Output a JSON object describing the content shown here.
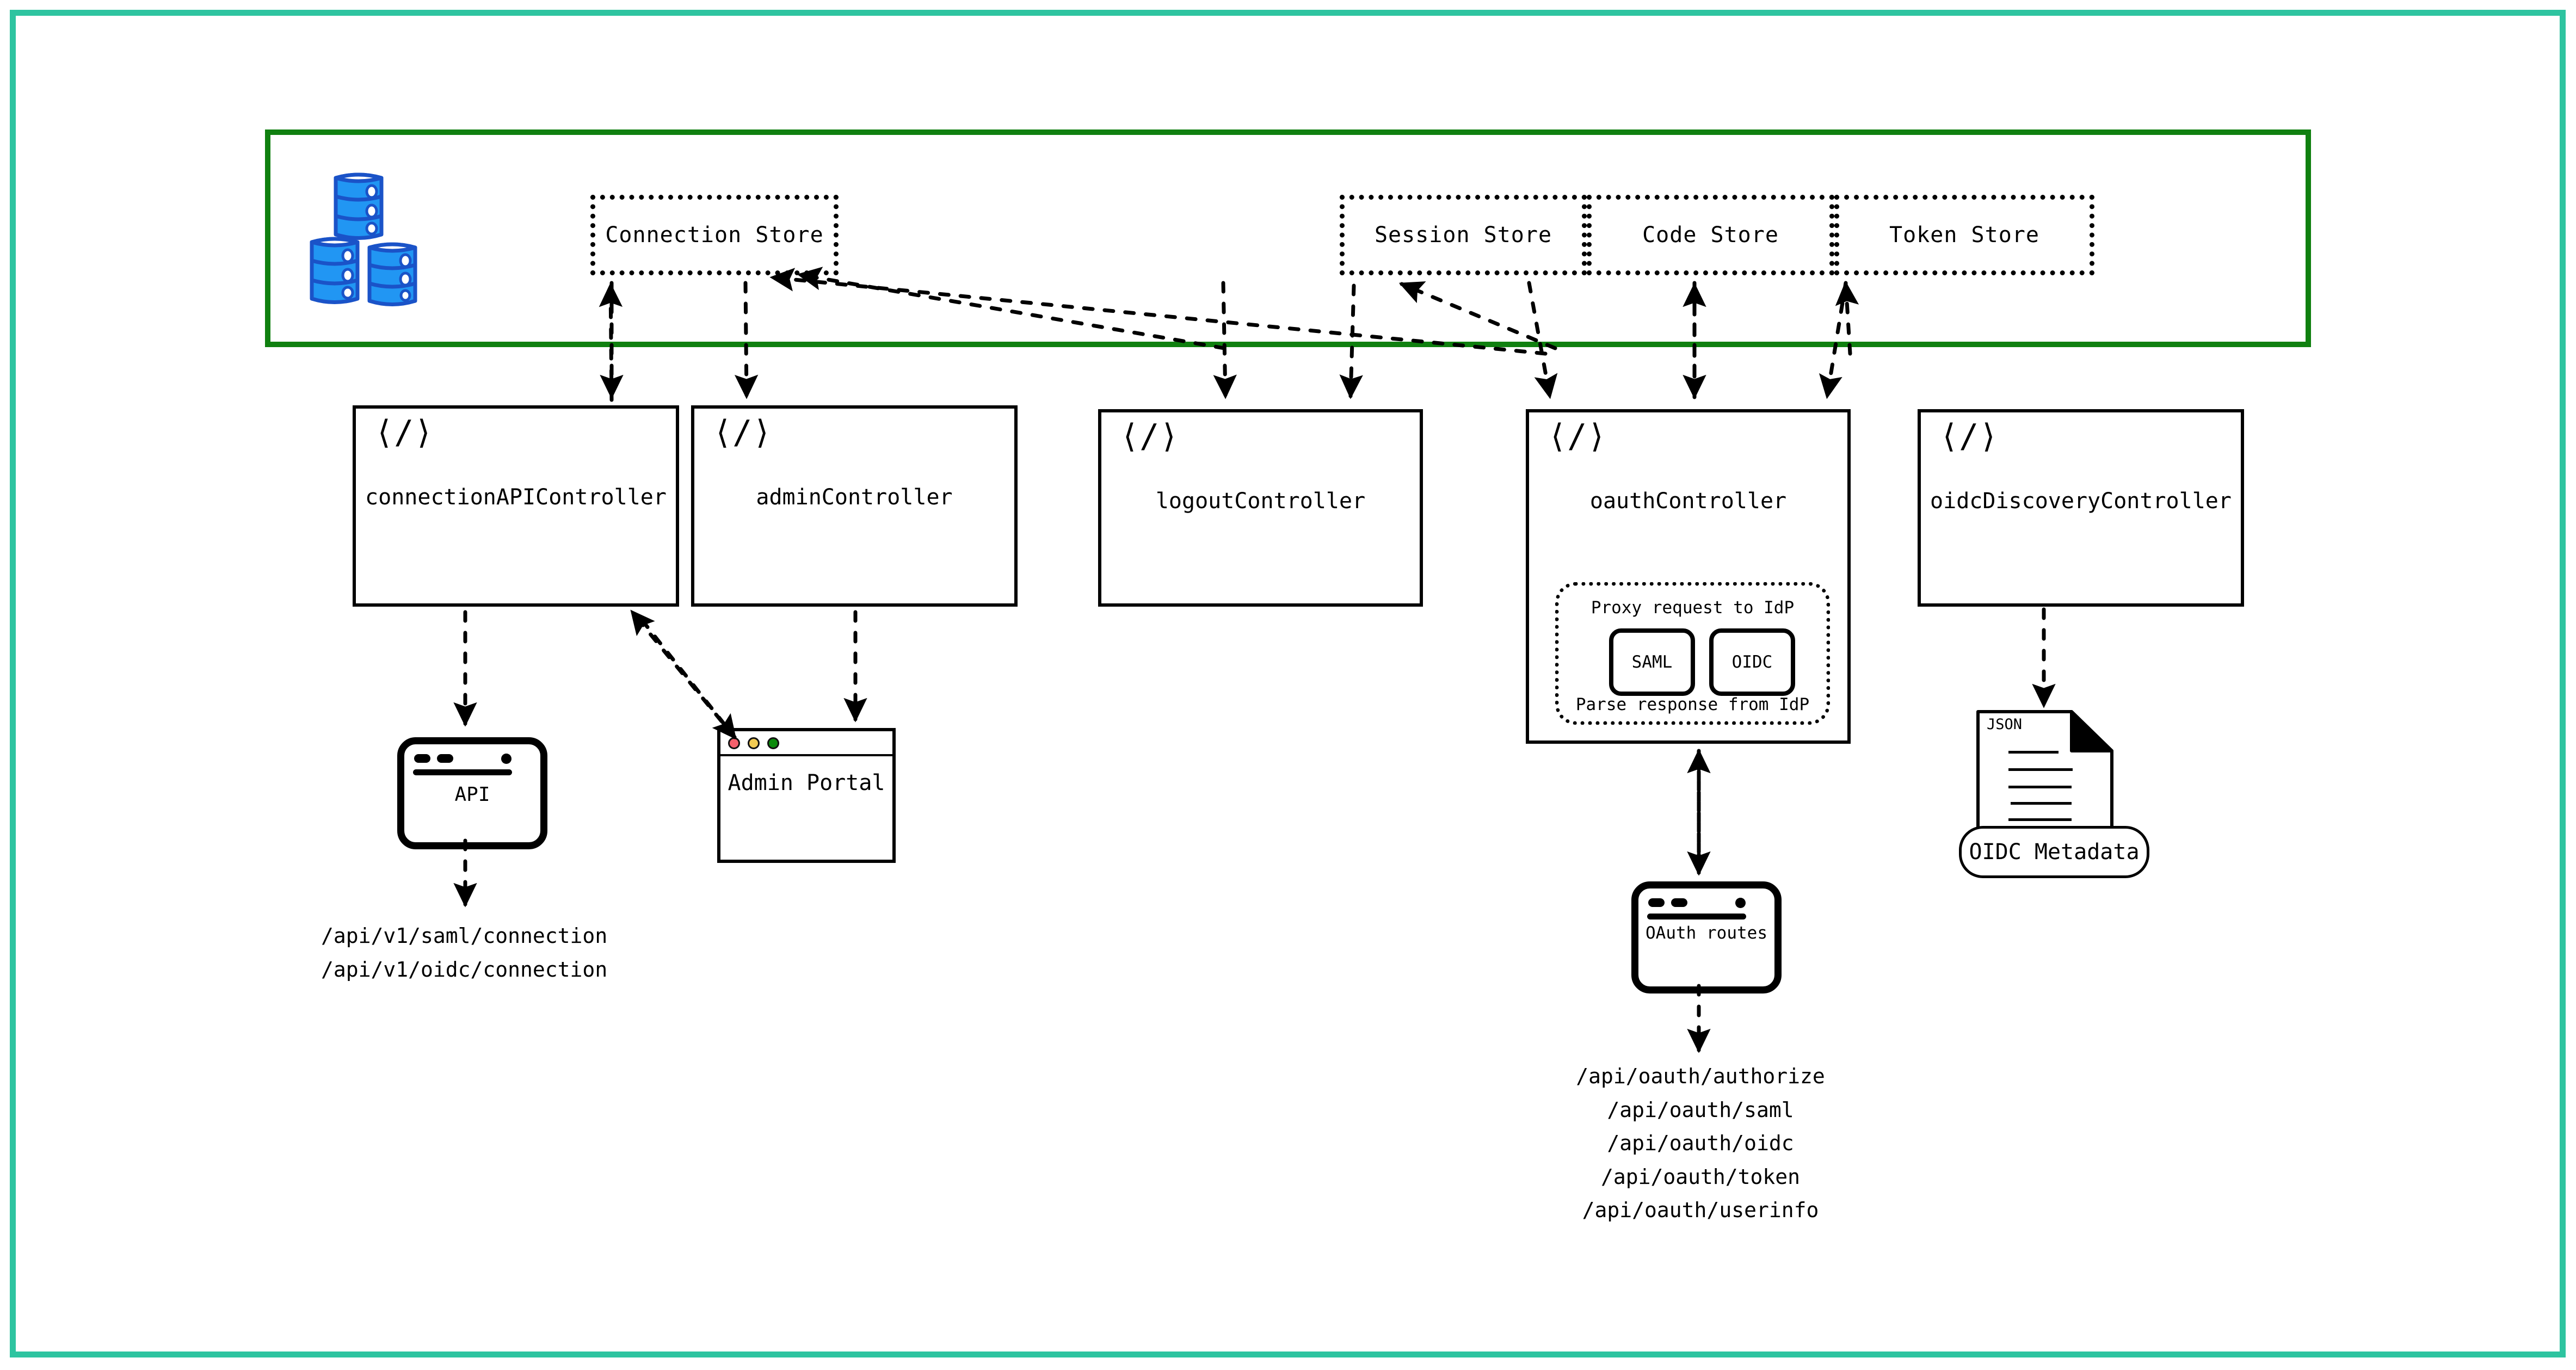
{
  "colors": {
    "outer_frame": "#2ec4a0",
    "store_layer_border": "#108010",
    "db_fill": "#2196f3",
    "db_stroke": "#1a53c8",
    "traffic_red": "#f4606c",
    "traffic_yellow": "#f2cb52",
    "traffic_green": "#0b8a0b",
    "line": "#000000"
  },
  "storage_layer": {
    "db_icon_name": "database-stack-icon",
    "stores": [
      {
        "label": "Connection Store"
      },
      {
        "label": "Session Store"
      },
      {
        "label": "Code Store"
      },
      {
        "label": "Token Store"
      }
    ]
  },
  "controllers": [
    {
      "icon": "code-brackets-icon",
      "name": "connectionAPIController"
    },
    {
      "icon": "code-brackets-icon",
      "name": "adminController"
    },
    {
      "icon": "code-brackets-icon",
      "name": "logoutController"
    },
    {
      "icon": "code-brackets-icon",
      "name": "oauthController"
    },
    {
      "icon": "code-brackets-icon",
      "name": "oidcDiscoveryController"
    }
  ],
  "proxy": {
    "top_label": "Proxy request to IdP",
    "bottom_label": "Parse response from IdP",
    "chips": [
      {
        "label": "SAML"
      },
      {
        "label": "OIDC"
      }
    ]
  },
  "api_app": {
    "label": "API",
    "icon": "browser-window-icon",
    "paths": [
      "/api/v1/saml/connection",
      "/api/v1/oidc/connection"
    ]
  },
  "admin_portal": {
    "label": "Admin Portal",
    "icon": "browser-window-icon",
    "traffic_lights": [
      "close-dot",
      "minimize-dot",
      "maximize-dot"
    ]
  },
  "oauth_routes": {
    "label": "OAuth routes",
    "icon": "browser-window-icon",
    "paths": [
      "/api/oauth/authorize",
      "/api/oauth/saml",
      "/api/oauth/oidc",
      "/api/oauth/token",
      "/api/oauth/userinfo"
    ]
  },
  "oidc_metadata": {
    "doc_type": "JSON",
    "label": "OIDC Metadata",
    "icon": "json-document-icon"
  }
}
